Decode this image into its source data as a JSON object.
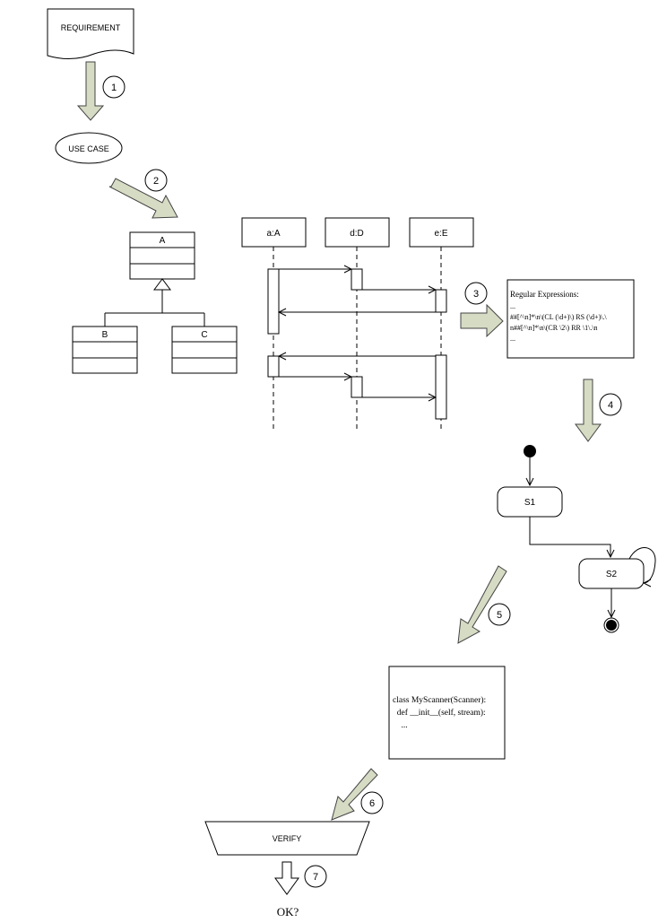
{
  "colors": {
    "arrow_fill": "#d6dcc4",
    "stroke": "#000000",
    "background": "#ffffff"
  },
  "flow": {
    "requirement": "REQUIREMENT",
    "use_case": "USE CASE",
    "verify": "VERIFY",
    "result": "OK?"
  },
  "steps": [
    "1",
    "2",
    "3",
    "4",
    "5",
    "6",
    "7"
  ],
  "class_diagram": {
    "parent": "A",
    "children": [
      "B",
      "C"
    ]
  },
  "sequence_diagram": {
    "lifelines": [
      "a:A",
      "d:D",
      "e:E"
    ]
  },
  "regex_box": {
    "lines": [
      "Regular Expressions:",
      "...",
      "##[^\\n]*\\n\\(CL (\\d+)\\) RS (\\d+)\\.\\",
      "n##[^\\n]*\\n\\(CR \\2\\) RR \\1\\.\\n",
      "..."
    ]
  },
  "state_machine": {
    "states": [
      "S1",
      "S2"
    ]
  },
  "code_box": {
    "lines": [
      "class MyScanner(Scanner):",
      "  def __init__(self, stream):",
      "    ..."
    ]
  }
}
